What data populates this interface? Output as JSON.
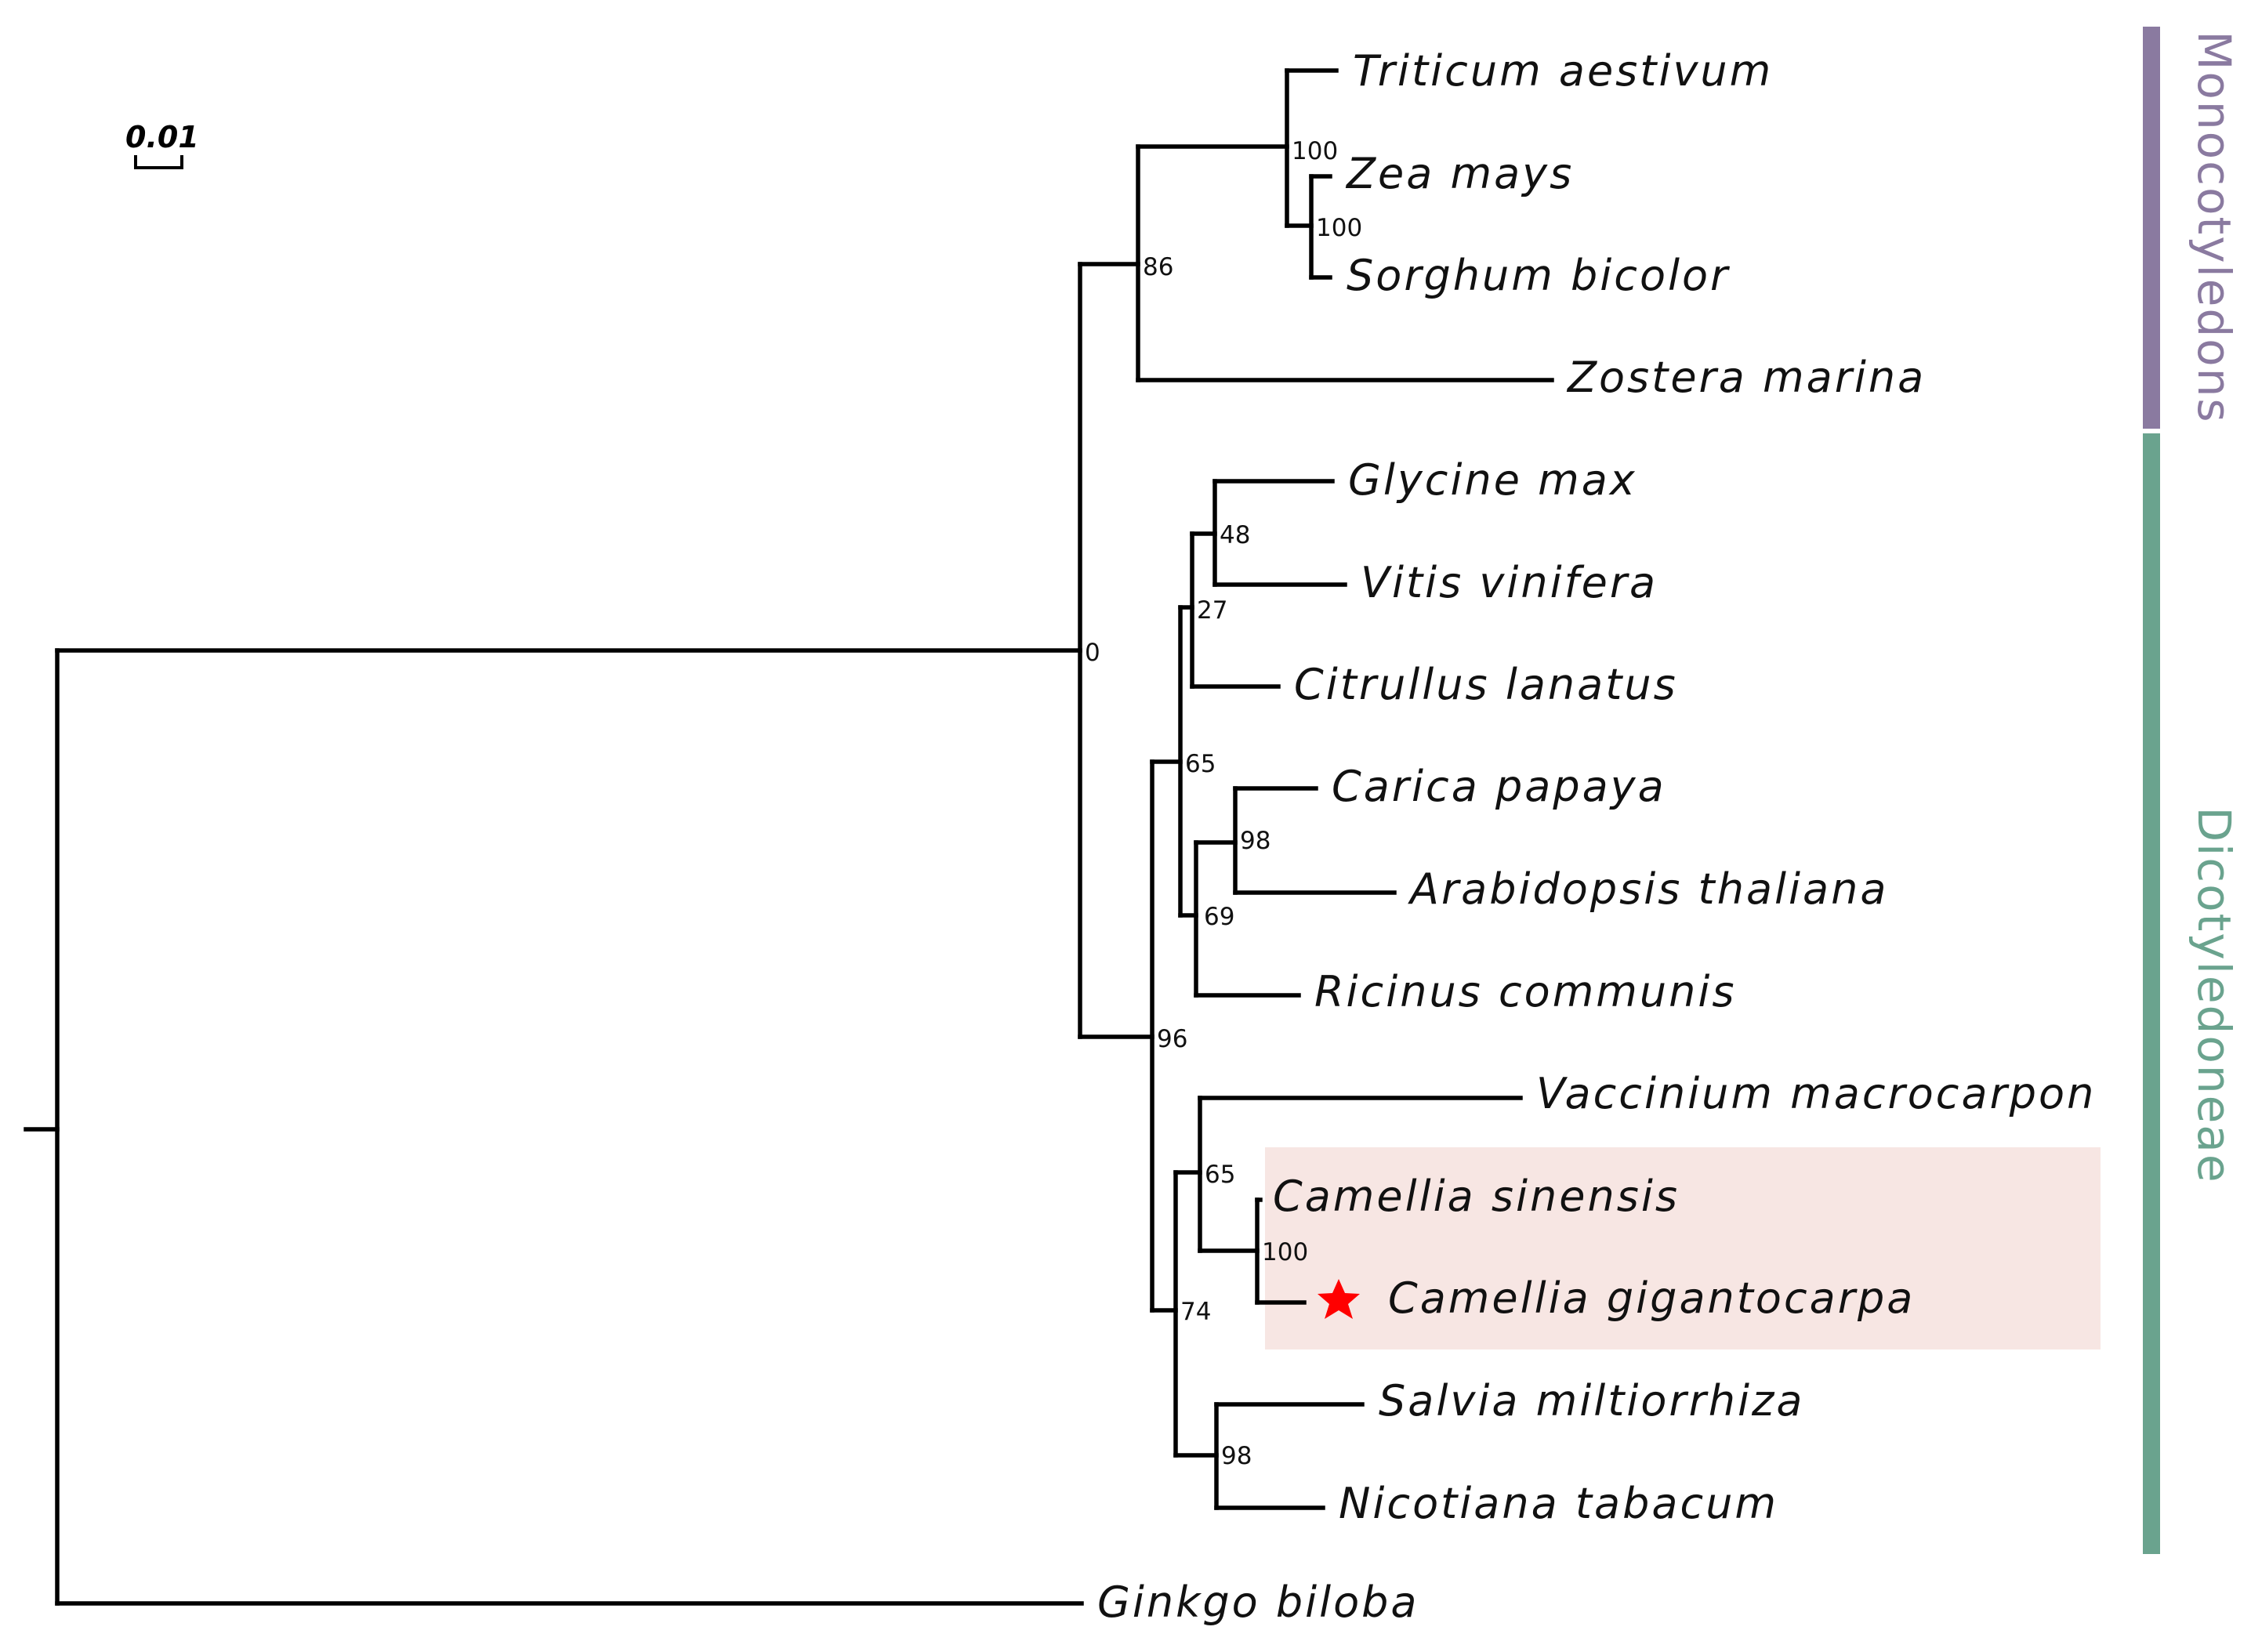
{
  "scale_bar": {
    "label": "0.01"
  },
  "taxa": {
    "triticum": "Triticum aestivum",
    "zea": "Zea mays",
    "sorghum": "Sorghum bicolor",
    "zostera": "Zostera marina",
    "glycine": "Glycine max",
    "vitis": "Vitis vinifera",
    "citrullus": "Citrullus lanatus",
    "carica": "Carica papaya",
    "arabidopsis": "Arabidopsis thaliana",
    "ricinus": "Ricinus communis",
    "vaccinium": "Vaccinium macrocarpon",
    "camellia_sinensis": "Camellia sinensis",
    "camellia_gigantocarpa": "Camellia gigantocarpa",
    "salvia": "Salvia miltiorrhiza",
    "nicotiana": "Nicotiana tabacum",
    "ginkgo": "Ginkgo biloba"
  },
  "bootstrap": {
    "triticum_zea_sorghum": "100",
    "zea_sorghum": "100",
    "monocots": "86",
    "angiosperms": "0",
    "glycine_vitis": "48",
    "glycine_vitis_citrullus": "27",
    "rosids": "65",
    "carica_arabidopsis": "98",
    "carica_arabidopsis_ricinus": "69",
    "dicots": "96",
    "vaccinium_camellia": "65",
    "camellia": "100",
    "asterids": "74",
    "salvia_nicotiana": "98"
  },
  "clades": {
    "monocots": {
      "label": "Monocotyledons",
      "color": "#8a7aa0"
    },
    "dicots": {
      "label": "Dicotyledoneae",
      "color": "#6aa38e"
    }
  },
  "highlight": {
    "color": "#f7e6e3",
    "marker": "star-icon",
    "marker_color": "#ff0000"
  }
}
